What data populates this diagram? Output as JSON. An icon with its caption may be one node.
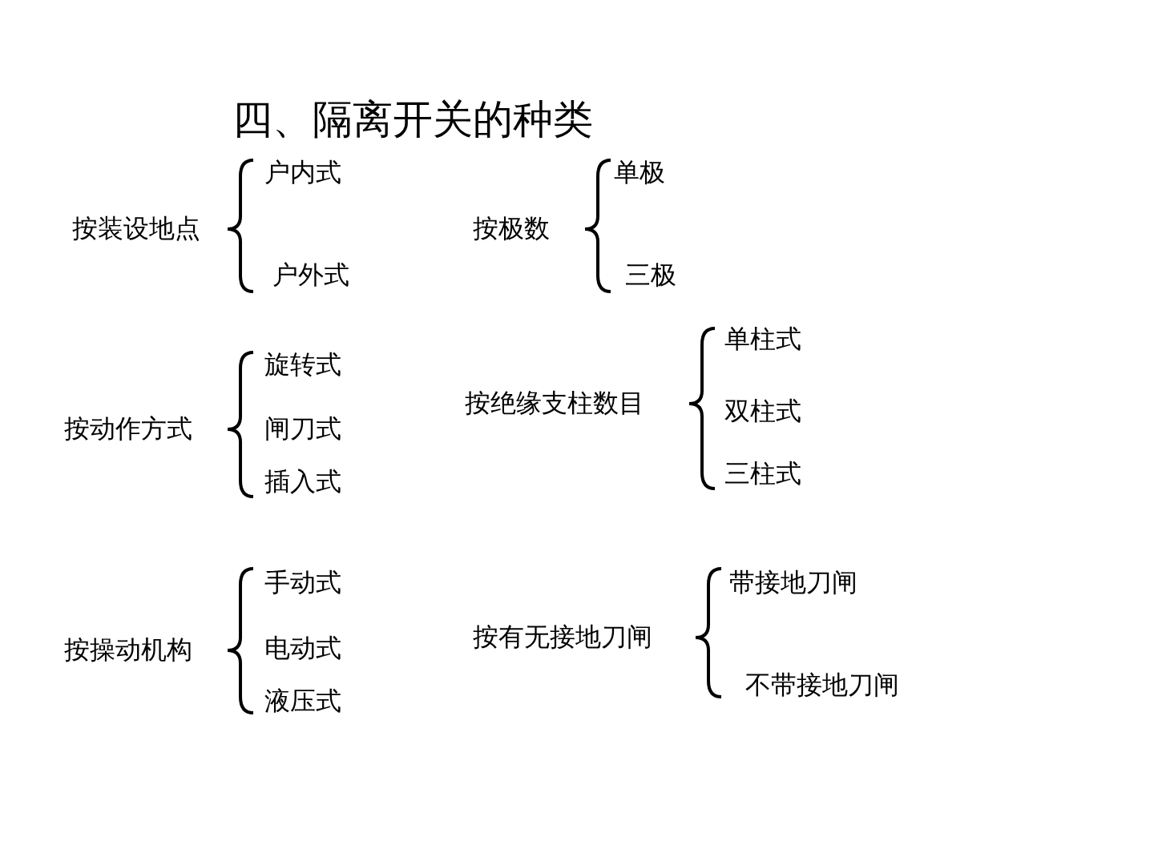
{
  "diagram": {
    "title": "四、隔离开关的种类",
    "labels": [
      "按装设地点",
      "户内式",
      "户外式",
      "按极数",
      "单极",
      "三极",
      "按动作方式",
      "旋转式",
      "闸刀式",
      "插入式",
      "按绝缘支柱数目",
      "单柱式",
      "双柱式",
      "三柱式",
      "按操动机构",
      "手动式",
      "电动式",
      "液压式",
      "按有无接地刀闸",
      "带接地刀闸",
      "不带接地刀闸"
    ]
  }
}
